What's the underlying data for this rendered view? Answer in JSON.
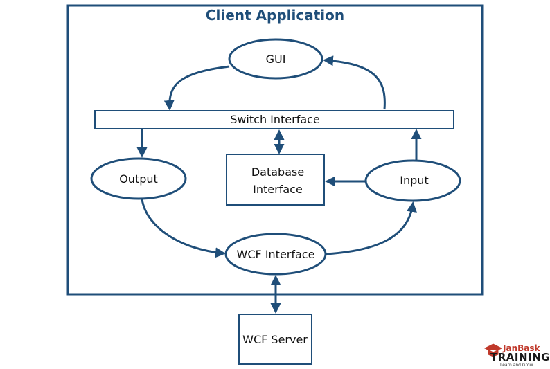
{
  "diagram": {
    "title": "Client Application",
    "nodes": {
      "gui": "GUI",
      "switch": "Switch Interface",
      "output": "Output",
      "database_line1": "Database",
      "database_line2": "Interface",
      "input": "Input",
      "wcf_interface": "WCF Interface",
      "wcf_server": "WCF Server"
    },
    "colors": {
      "stroke": "#1f4e79",
      "title": "#1f4e79",
      "logo_accent": "#c0392b"
    }
  },
  "logo": {
    "top": "JanBask",
    "main": "TRAINING",
    "sub": "Learn and Grow"
  }
}
